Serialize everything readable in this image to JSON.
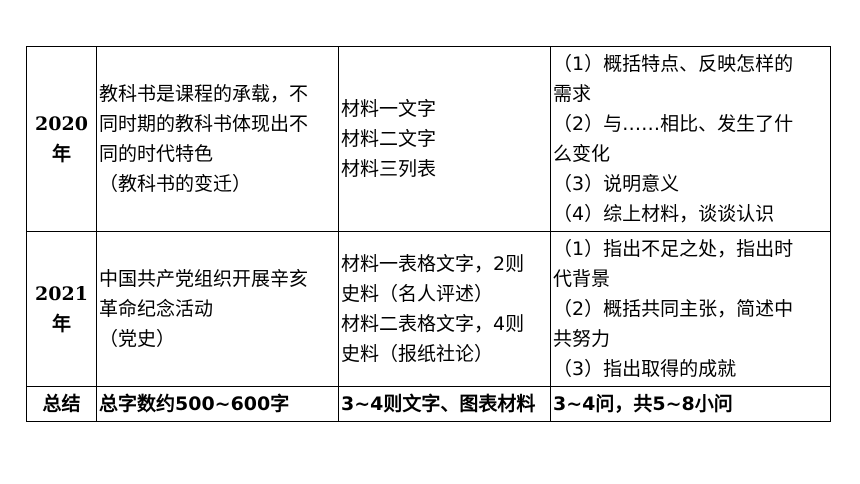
{
  "rows": [
    {
      "year": "2020年",
      "theme": [
        "教科书是课程的承载，不",
        "同时期的教科书体现出不",
        "同的时代特色",
        "（教科书的变迁）"
      ],
      "materials": [
        "材料一文字",
        "材料二文字",
        "材料三列表"
      ],
      "questions": [
        "（1）概括特点、反映怎样的",
        "需求",
        "（2）与……相比、发生了什",
        "么变化",
        "（3）说明意义",
        "（4）综上材料，谈谈认识"
      ]
    },
    {
      "year": "2021年",
      "theme": [
        "中国共产党组织开展辛亥",
        "革命纪念活动",
        "（党史）"
      ],
      "materials": [
        "材料一表格文字，2则",
        "史料（名人评述）",
        "材料二表格文字，4则",
        "史料（报纸社论）"
      ],
      "questions": [
        "（1）指出不足之处，指出时",
        "代背景",
        "（2）概括共同主张，简述中",
        "共努力",
        "（3）指出取得的成就"
      ]
    }
  ],
  "summary": {
    "label": "总结",
    "theme": "总字数约500~600字",
    "materials": "3~4则文字、图表材料",
    "questions": "3~4问，共5~8小问"
  }
}
